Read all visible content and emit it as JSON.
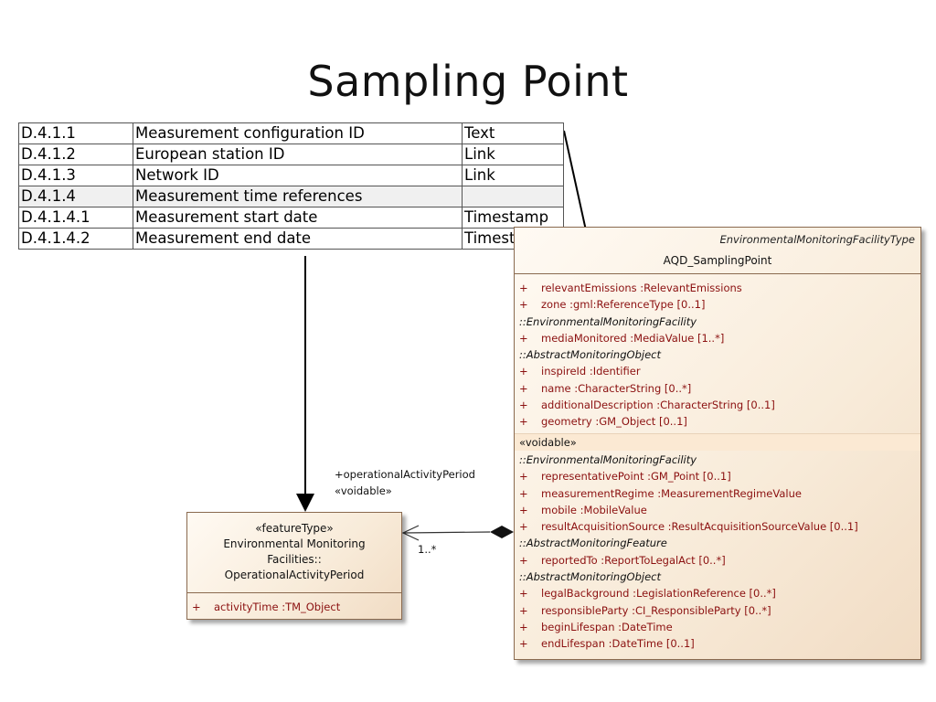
{
  "title": "Sampling Point",
  "table": {
    "rows": [
      [
        "D.4.1.1",
        "Measurement configuration ID",
        "Text"
      ],
      [
        "D.4.1.2",
        "European station ID",
        "Link"
      ],
      [
        "D.4.1.3",
        "Network ID",
        "Link"
      ],
      [
        "D.4.1.4",
        "Measurement time references",
        ""
      ],
      [
        "D.4.1.4.1",
        "Measurement start date",
        "Timestamp"
      ],
      [
        "D.4.1.4.2",
        "Measurement end date",
        "Timestamp"
      ]
    ]
  },
  "main_class": {
    "stereotype": "EnvironmentalMonitoringFacilityType",
    "name": "AQD_SamplingPoint",
    "rows": [
      {
        "kind": "attr",
        "text": "relevantEmissions  :RelevantEmissions"
      },
      {
        "kind": "attr",
        "text": "zone  :gml:ReferenceType [0..1]"
      },
      {
        "kind": "inh",
        "text": "::EnvironmentalMonitoringFacility"
      },
      {
        "kind": "attr",
        "text": "mediaMonitored  :MediaValue [1..*]"
      },
      {
        "kind": "inh",
        "text": "::AbstractMonitoringObject"
      },
      {
        "kind": "attr",
        "text": "inspireId  :Identifier"
      },
      {
        "kind": "attr",
        "text": "name  :CharacterString [0..*]"
      },
      {
        "kind": "attr",
        "text": "additionalDescription  :CharacterString [0..1]"
      },
      {
        "kind": "attr",
        "text": "geometry  :GM_Object [0..1]"
      },
      {
        "kind": "sec",
        "text": "«voidable»"
      },
      {
        "kind": "inh",
        "text": "::EnvironmentalMonitoringFacility"
      },
      {
        "kind": "attr",
        "text": "representativePoint  :GM_Point [0..1]"
      },
      {
        "kind": "attr",
        "text": "measurementRegime  :MeasurementRegimeValue"
      },
      {
        "kind": "attr",
        "text": "mobile  :MobileValue"
      },
      {
        "kind": "attr",
        "text": "resultAcquisitionSource  :ResultAcquisitionSourceValue [0..1]"
      },
      {
        "kind": "inh",
        "text": "::AbstractMonitoringFeature"
      },
      {
        "kind": "attr",
        "text": "reportedTo  :ReportToLegalAct [0..*]"
      },
      {
        "kind": "inh",
        "text": "::AbstractMonitoringObject"
      },
      {
        "kind": "attr",
        "text": "legalBackground  :LegislationReference [0..*]"
      },
      {
        "kind": "attr",
        "text": "responsibleParty  :CI_ResponsibleParty [0..*]"
      },
      {
        "kind": "attr",
        "text": "beginLifespan  :DateTime"
      },
      {
        "kind": "attr",
        "text": "endLifespan  :DateTime [0..1]"
      }
    ]
  },
  "period_class": {
    "stereotype": "«featureType»",
    "name_lines": [
      "Environmental Monitoring",
      "Facilities::",
      "OperationalActivityPeriod"
    ],
    "attr": "activityTime  :TM_Object"
  },
  "association": {
    "role": "+operationalActivityPeriod",
    "stereotype": "«voidable»",
    "multiplicity": "1..*"
  },
  "plus_sign": "+"
}
